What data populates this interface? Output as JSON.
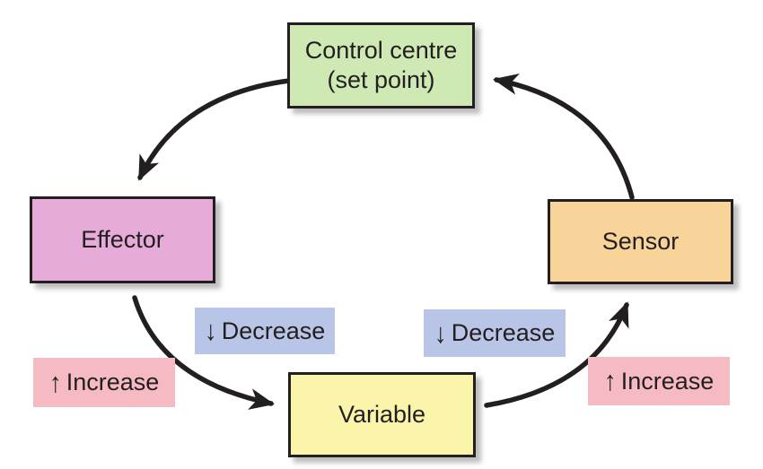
{
  "diagram": {
    "type": "cycle-feedback-loop",
    "nodes": {
      "control_centre": {
        "line1": "Control centre",
        "line2": "(set point)"
      },
      "effector": {
        "label": "Effector"
      },
      "sensor": {
        "label": "Sensor"
      },
      "variable": {
        "label": "Variable"
      }
    },
    "flow_labels": {
      "decrease_left": {
        "icon": "↓",
        "text": "Decrease"
      },
      "decrease_right": {
        "icon": "↓",
        "text": "Decrease"
      },
      "increase_left": {
        "icon": "↑",
        "text": "Increase"
      },
      "increase_right": {
        "icon": "↑",
        "text": "Increase"
      }
    },
    "edges": [
      {
        "from": "control_centre",
        "to": "effector"
      },
      {
        "from": "effector",
        "to": "variable"
      },
      {
        "from": "variable",
        "to": "sensor"
      },
      {
        "from": "sensor",
        "to": "control_centre"
      }
    ],
    "colors": {
      "control_centre": "#cfe9b4",
      "effector": "#e6abd8",
      "sensor": "#f9d49a",
      "variable": "#fbf5ac",
      "decrease_label": "#b9c5e6",
      "increase_label": "#f6bac2",
      "outline": "#231f20",
      "arrow": "#231f20",
      "background": "#ffffff"
    }
  }
}
